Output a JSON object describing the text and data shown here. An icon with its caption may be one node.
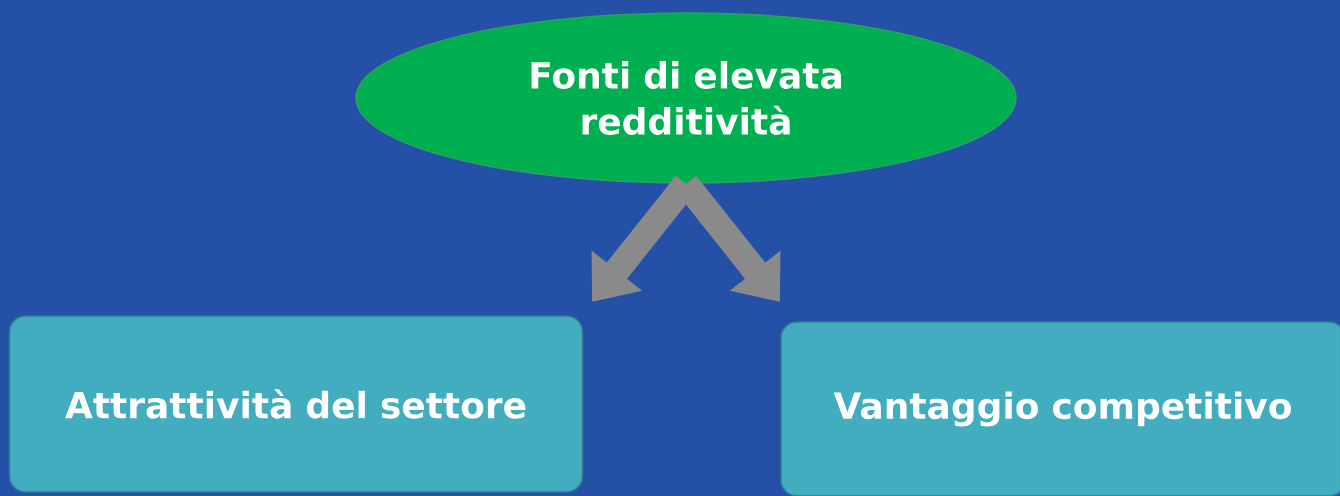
{
  "diagram": {
    "nodes": [
      {
        "text": [
          "Fonti di elevata redditività"
        ]
      },
      {
        "text": [
          "Attrattività del settore"
        ]
      },
      {
        "text": [
          "Vantaggio competitivo"
        ]
      }
    ],
    "edges": [
      {
        "from": 0,
        "to": 1,
        "arrow": "to"
      },
      {
        "from": 0,
        "to": 2,
        "arrow": "to"
      }
    ]
  }
}
